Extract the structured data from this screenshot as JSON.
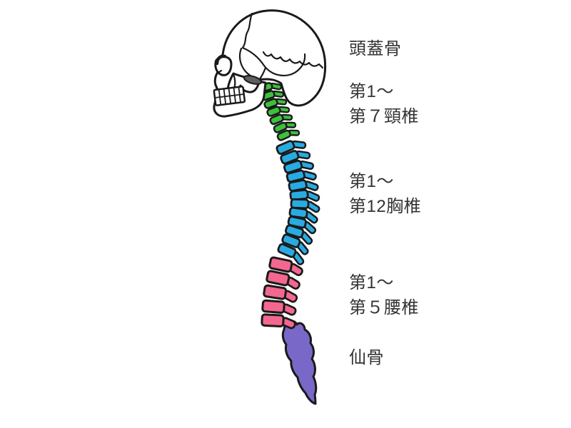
{
  "annotations": [
    {
      "id": "skull",
      "lines": [
        "頭蓋骨"
      ]
    },
    {
      "id": "cervical",
      "lines": [
        "第1〜",
        "第７頸椎"
      ]
    },
    {
      "id": "thoracic",
      "lines": [
        "第1〜",
        "第12胸椎"
      ]
    },
    {
      "id": "lumbar",
      "lines": [
        "第1〜",
        "第５腰椎"
      ]
    },
    {
      "id": "sacrum",
      "lines": [
        "仙骨"
      ]
    }
  ],
  "colors": {
    "background": "#ffffff",
    "bone": "#ffffff",
    "outline": "#1a1a1a",
    "text": "#333333",
    "cervical": "#3cc13c",
    "thoracic": "#29abe2",
    "lumbar": "#f4678f",
    "sacrum": "#7a68c8",
    "ear_shadow": "#5f5f5f"
  }
}
